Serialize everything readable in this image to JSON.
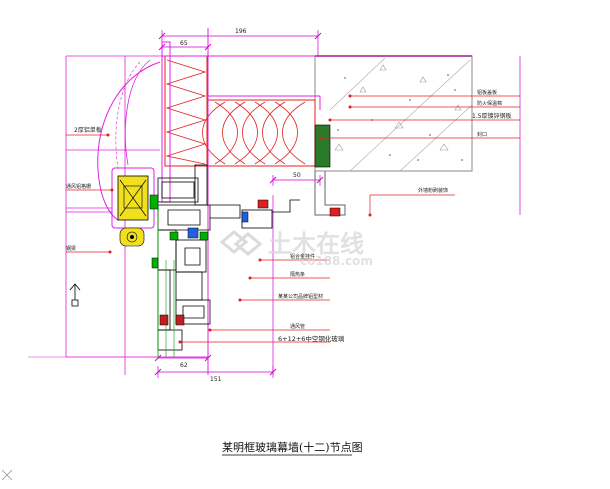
{
  "dimensions": {
    "d196": "196",
    "d65": "65",
    "d50": "50",
    "d62": "62",
    "d151": "151"
  },
  "labels_right": {
    "l1": "铝板盖板",
    "l2": "防火保温棉",
    "l3": "1.5厚镀锌钢板",
    "l4": "封口",
    "l5": "外墙粉刷装饰"
  },
  "labels_left": {
    "l1": "2厚铝单板",
    "l2": "通风铝格栅",
    "l3": "钢梁"
  },
  "labels_center": {
    "l1": "铝合金挂件",
    "l2": "隔热条",
    "l3": "某某公司品牌铝型材",
    "l4": "通风管",
    "l5": "6+12+6中空钢化玻璃"
  },
  "caption": "某明框玻璃幕墙(十二)节点图",
  "watermark": {
    "main": "土木在线",
    "sub": "co188.com"
  },
  "colors": {
    "magenta": "#e020e0",
    "red": "#e02020",
    "green": "#00a000",
    "dim": "#d000d0",
    "grey": "#888888",
    "black": "#000000"
  }
}
